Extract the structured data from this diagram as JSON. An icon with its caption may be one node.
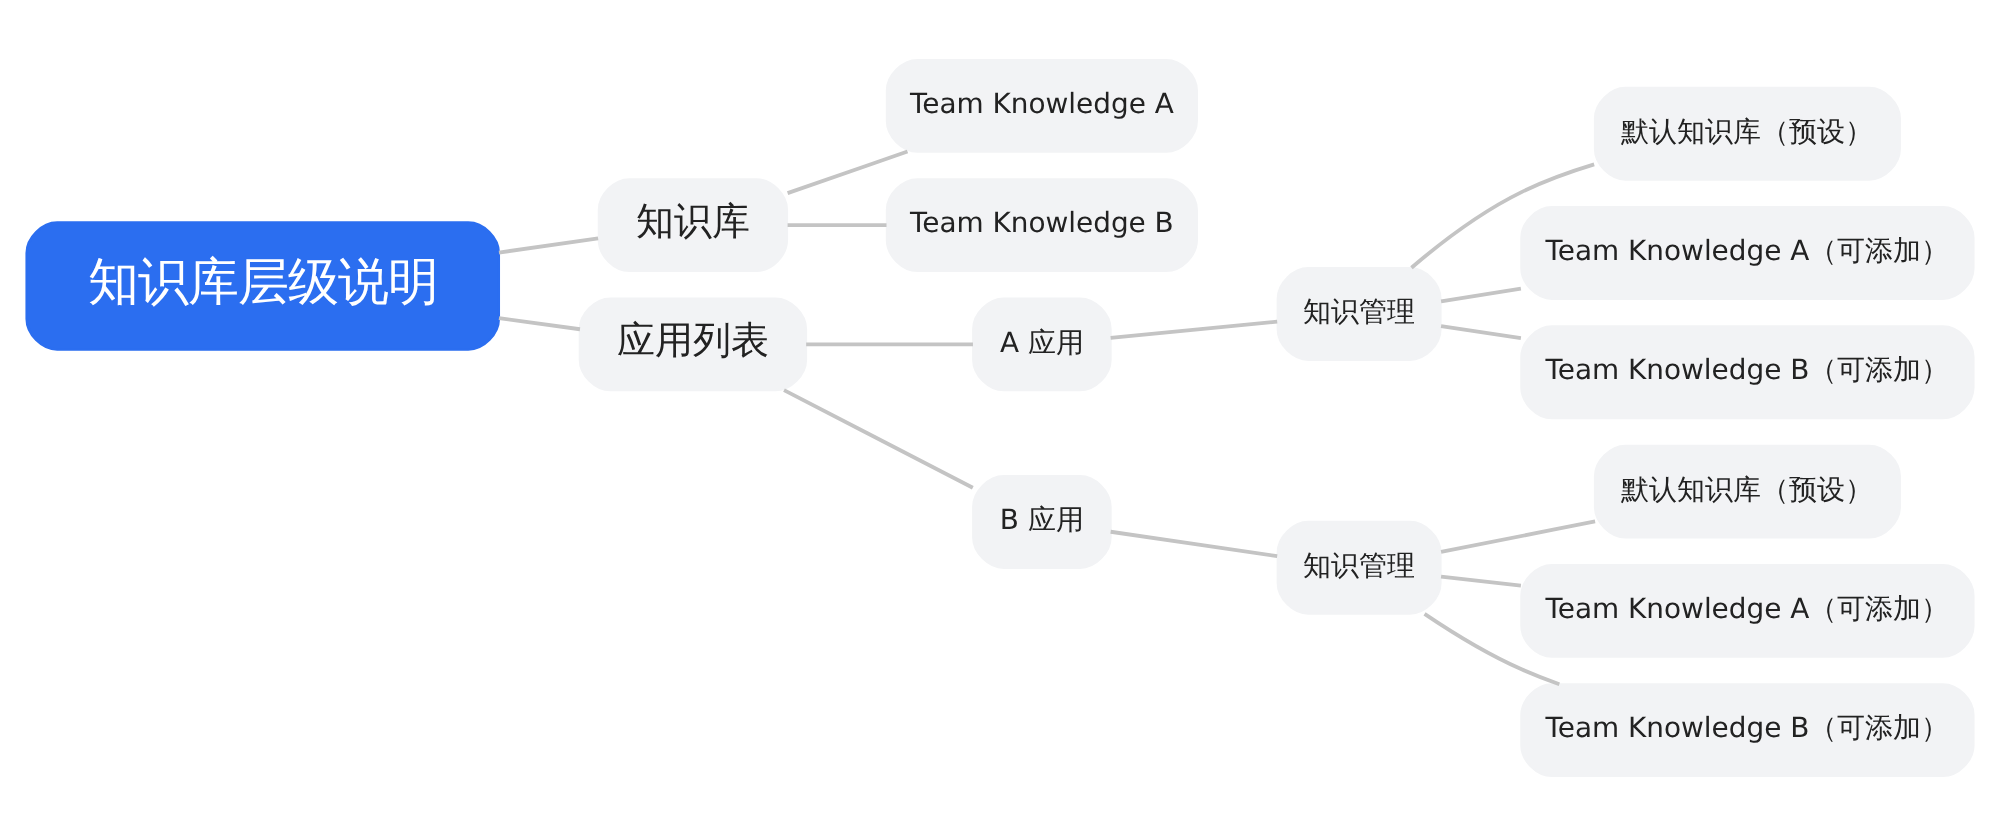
{
  "diagram": {
    "nodes": [
      {
        "text": [
          "知识库层级说明"
        ]
      },
      {
        "text": [
          "知识库"
        ]
      },
      {
        "text": [
          "Team Knowledge A"
        ]
      },
      {
        "text": [
          "Team Knowledge B"
        ]
      },
      {
        "text": [
          "应用列表"
        ]
      },
      {
        "text": [
          "A 应用"
        ]
      },
      {
        "text": [
          "知识管理"
        ]
      },
      {
        "text": [
          "默认知识库（预设）"
        ]
      },
      {
        "text": [
          "Team Knowledge A（可添加）"
        ]
      },
      {
        "text": [
          "Team Knowledge B（可添加）"
        ]
      },
      {
        "text": [
          "B 应用"
        ]
      },
      {
        "text": [
          "知识管理"
        ]
      },
      {
        "text": [
          "默认知识库（预设）"
        ]
      },
      {
        "text": [
          "Team Knowledge A（可添加）"
        ]
      },
      {
        "text": [
          "Team Knowledge B（可添加）"
        ]
      }
    ],
    "edges": [
      {
        "from": 0,
        "to": 1,
        "arrow": "none"
      },
      {
        "from": 1,
        "to": 2,
        "arrow": "none"
      },
      {
        "from": 1,
        "to": 3,
        "arrow": "none"
      },
      {
        "from": 0,
        "to": 4,
        "arrow": "none"
      },
      {
        "from": 4,
        "to": 5,
        "arrow": "none"
      },
      {
        "from": 5,
        "to": 6,
        "arrow": "none"
      },
      {
        "from": 6,
        "to": 7,
        "arrow": "none"
      },
      {
        "from": 6,
        "to": 8,
        "arrow": "none"
      },
      {
        "from": 6,
        "to": 9,
        "arrow": "none"
      },
      {
        "from": 4,
        "to": 10,
        "arrow": "none"
      },
      {
        "from": 10,
        "to": 11,
        "arrow": "none"
      },
      {
        "from": 11,
        "to": 12,
        "arrow": "none"
      },
      {
        "from": 11,
        "to": 13,
        "arrow": "none"
      },
      {
        "from": 11,
        "to": 14,
        "arrow": "none"
      }
    ]
  }
}
